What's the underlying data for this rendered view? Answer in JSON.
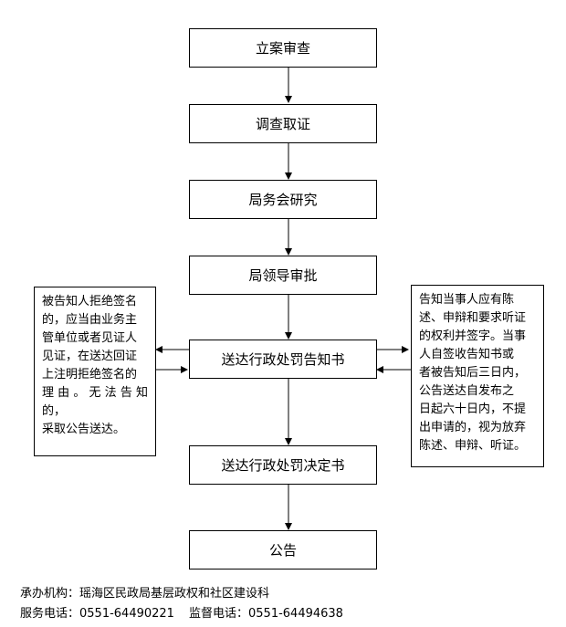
{
  "flow_steps": [
    "立案审查",
    "调查取证",
    "局务会研究",
    "局领导审批",
    "送达行政处罚告知书",
    "送达行政处罚决定书",
    "公告"
  ],
  "left_note": [
    "被告知人拒绝签名",
    "的，应当由业务主",
    "管单位或者见证人",
    "见证，在送达回证",
    "上注明拒绝签名的",
    "理由。无法告知的，",
    "采取公告送达。"
  ],
  "right_note": [
    "告知当事人应有陈",
    "述、申辩和要求听证",
    "的权利并签字。当事",
    "人自签收告知书或",
    "者被告知后三日内，",
    "公告送达自发布之",
    "日起六十日内，不提",
    "出申请的，视为放弃",
    "陈述、申辩、听证。"
  ],
  "footer": {
    "org": "承办机构：瑶海区民政局基层政权和社区建设科",
    "service_phone": "服务电话：0551-64490221",
    "supervise_phone": "监督电话：0551-64494638"
  }
}
